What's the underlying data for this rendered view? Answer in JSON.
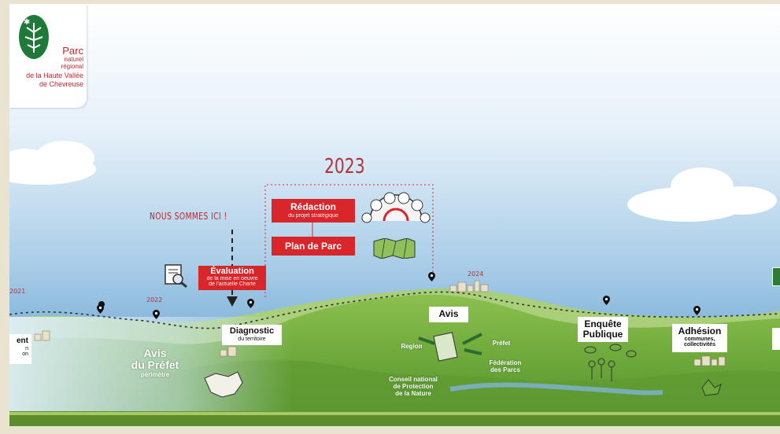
{
  "logo": {
    "line1": "Parc",
    "line2": "naturel",
    "line3": "régional",
    "line4": "de la Haute Vallée",
    "line5": "de Chevreuse"
  },
  "colors": {
    "sky_top": "#cfe5f4",
    "sky_bottom": "#5f9fcf",
    "hill_green": "#6da83a",
    "hill_dark": "#3f7d2a",
    "accent_red": "#d9262b",
    "year_red": "#b2333a"
  },
  "headline_year": "2023",
  "here_label": "NOUS SOMMES ICI !",
  "years": {
    "y2021": "2021",
    "y2022": "2022",
    "y2024": "2024"
  },
  "steps": {
    "redaction": {
      "title": "Rédaction",
      "sub": "du projet stratégique"
    },
    "plan": {
      "title": "Plan de Parc"
    },
    "evaluation": {
      "title": "Évaluation",
      "sub1": "de la mise en oeuvre",
      "sub2": "de l'actuelle Charte"
    },
    "diagnostic": {
      "title": "Diagnostic",
      "sub": "du territoire"
    },
    "avis": {
      "title": "Avis"
    },
    "enquete": {
      "title1": "Enquête",
      "title2": "Publique"
    },
    "adhesion": {
      "title": "Adhésion",
      "sub1": "communes,",
      "sub2": "collectivités"
    },
    "left_cut": {
      "title": "ent",
      "sub1": "n",
      "sub2": "on"
    }
  },
  "avis_prefet": {
    "line1": "Avis",
    "line2": "du Préfet",
    "sub": "périmètre"
  },
  "actors": {
    "region": "Region",
    "prefet": "Préfet",
    "federation1": "Fédération",
    "federation2": "des Parcs",
    "cnpn1": "Conseil national",
    "cnpn2": "de Protection",
    "cnpn3": "de la Nature"
  }
}
